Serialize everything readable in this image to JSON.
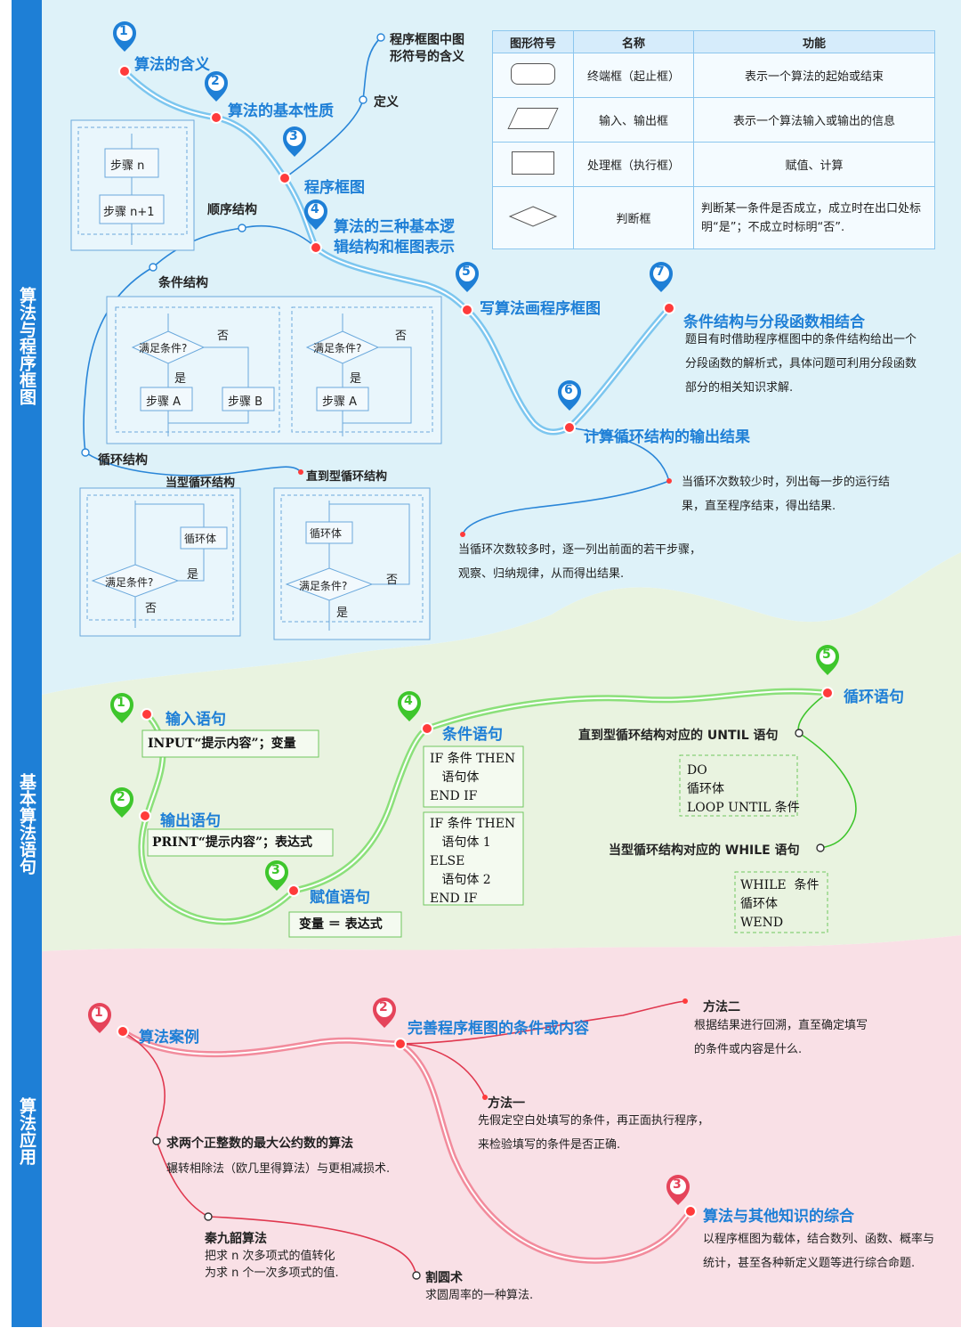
{
  "sidebar": {
    "section1": "算法与程序框图",
    "section2": "基本算法语句",
    "section3": "算法应用"
  },
  "section1": {
    "nodes": [
      {
        "num": "1",
        "label": "算法的含义"
      },
      {
        "num": "2",
        "label": "算法的基本性质"
      },
      {
        "num": "3",
        "label": "程序框图"
      },
      {
        "num": "4",
        "label_line1": "算法的三种基本逻",
        "label_line2": "辑结构和框图表示"
      },
      {
        "num": "5",
        "label": "写算法画程序框图"
      },
      {
        "num": "6",
        "label": "计算循环结构的输出结果"
      },
      {
        "num": "7",
        "label": "条件结构与分段函数相结合"
      }
    ],
    "frame_symbol_meaning_line1": "程序框图中图",
    "frame_symbol_meaning_line2": "形符号的含义",
    "definition": "定义",
    "sequence_structure": "顺序结构",
    "step_n": "步骤 n",
    "step_n1": "步骤 n+1",
    "condition_structure": "条件结构",
    "loop_structure": "循环结构",
    "when_loop": "当型循环结构",
    "until_loop": "直到型循环结构",
    "cond_q": "满足条件?",
    "yes": "是",
    "no": "否",
    "step_a": "步骤 A",
    "step_b": "步骤 B",
    "loop_body": "循环体",
    "node7_desc": "题目有时借助程序框图中的条件结构给出一个分段函数的解析式，具体问题可利用分段函数部分的相关知识求解.",
    "node6_desc1": "当循环次数较少时，列出每一步的运行结果，直至程序结束，得出结果.",
    "node6_desc2": "当循环次数较多时，逐一列出前面的若干步骤，观察、归纳规律，从而得出结果.",
    "table": {
      "headers": [
        "图形符号",
        "名称",
        "功能"
      ],
      "rows": [
        {
          "name": "终端框（起止框）",
          "func": "表示一个算法的起始或结束"
        },
        {
          "name": "输入、输出框",
          "func": "表示一个算法输入或输出的信息"
        },
        {
          "name": "处理框（执行框）",
          "func": "赋值、计算"
        },
        {
          "name": "判断框",
          "func": "判断某一条件是否成立，成立时在出口处标明“是”；不成立时标明“否”."
        }
      ]
    }
  },
  "section2": {
    "nodes": [
      {
        "num": "1",
        "label": "输入语句",
        "code": "INPUT“提示内容”；变量"
      },
      {
        "num": "2",
        "label": "输出语句",
        "code": "PRINT“提示内容”；表达式"
      },
      {
        "num": "3",
        "label": "赋值语句",
        "code": "变量 ＝ 表达式"
      },
      {
        "num": "4",
        "label": "条件语句"
      },
      {
        "num": "5",
        "label": "循环语句"
      }
    ],
    "if_code1": "IF 条件 THEN\n   语句体\nEND IF",
    "if_code2": "IF 条件 THEN\n   语句体 1\nELSE\n   语句体 2\nEND IF",
    "until_text": "直到型循环结构对应的 UNTIL 语句",
    "until_code": "DO\n循环体\nLOOP UNTIL 条件",
    "while_text": "当型循环结构对应的 WHILE 语句",
    "while_code": "WHILE  条件\n循环体\nWEND"
  },
  "section3": {
    "nodes": [
      {
        "num": "1",
        "label": "算法案例"
      },
      {
        "num": "2",
        "label": "完善程序框图的条件或内容"
      },
      {
        "num": "3",
        "label": "算法与其他知识的综合"
      }
    ],
    "gcd_title": "求两个正整数的最大公约数的算法",
    "gcd_desc": "辗转相除法（欧几里得算法）与更相减损术.",
    "qin_title": "秦九韶算法",
    "qin_desc1": "把求 n 次多项式的值转化",
    "qin_desc2": "为求 n 个一次多项式的值.",
    "ge_title": "割圆术",
    "ge_desc": "求圆周率的一种算法.",
    "m1_title": "方法一",
    "m1_desc": "先假定空白处填写的条件，再正面执行程序，来检验填写的条件是否正确.",
    "m2_title": "方法二",
    "m2_desc": "根据结果进行回溯，直至确定填写的条件或内容是什么.",
    "n3_desc": "以程序框图为载体，结合数列、函数、概率与统计，甚至各种新定义题等进行综合命题."
  },
  "colors": {
    "blue": "#1e7fd6",
    "bg1": "#def2f9",
    "bg2": "#e9f3e0",
    "bg3": "#f9e0e6",
    "green": "#6cd65a",
    "red": "#e5445a"
  }
}
